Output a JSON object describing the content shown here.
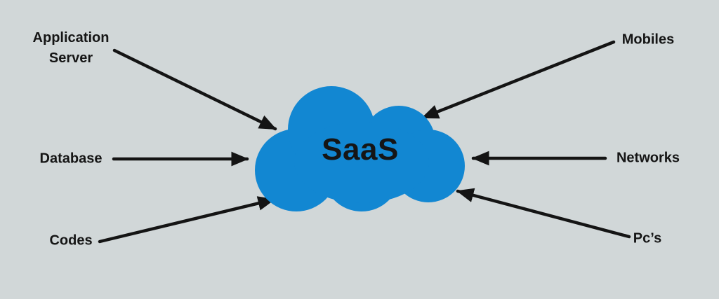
{
  "colors": {
    "background": "#d1d7d8",
    "cloud": "#1287d2",
    "arrow": "#141414",
    "text": "#151515"
  },
  "diagram": {
    "center": {
      "label": "SaaS"
    },
    "left_nodes": [
      {
        "label": "Application Server"
      },
      {
        "label": "Database"
      },
      {
        "label": "Codes"
      }
    ],
    "right_nodes": [
      {
        "label": "Mobiles"
      },
      {
        "label": "Networks"
      },
      {
        "label": "Pc’s"
      }
    ],
    "edges": [
      {
        "from": "Application Server",
        "to": "SaaS",
        "direction": "into-cloud"
      },
      {
        "from": "Database",
        "to": "SaaS",
        "direction": "into-cloud"
      },
      {
        "from": "Codes",
        "to": "SaaS",
        "direction": "into-cloud"
      },
      {
        "from": "Mobiles",
        "to": "SaaS",
        "direction": "into-cloud"
      },
      {
        "from": "Networks",
        "to": "SaaS",
        "direction": "into-cloud"
      },
      {
        "from": "Pc’s",
        "to": "SaaS",
        "direction": "into-cloud"
      }
    ]
  }
}
